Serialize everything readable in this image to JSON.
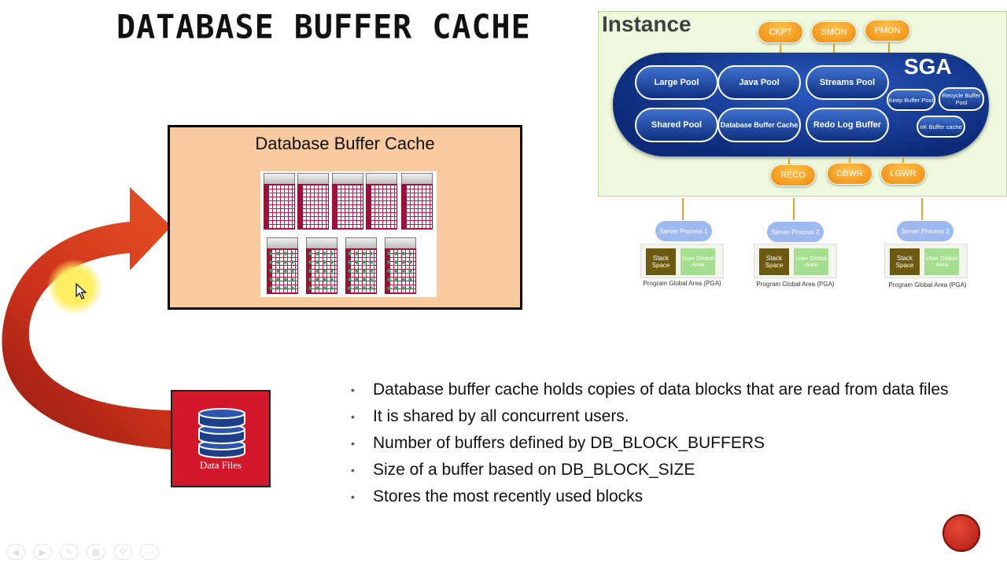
{
  "slide": {
    "title": "DATABASE BUFFER CACHE"
  },
  "cache": {
    "title": "Database Buffer Cache"
  },
  "datafiles": {
    "label": "Data Files"
  },
  "bullets": [
    "Database buffer cache holds copies of data blocks that are read from data files",
    "It is shared by all concurrent users.",
    "Number of buffers defined by DB_BLOCK_BUFFERS",
    "Size of a buffer based on DB_BLOCK_SIZE",
    "Stores the most recently used blocks"
  ],
  "instance": {
    "title": "Instance",
    "sga_title": "SGA",
    "top_processes": [
      "CKPT",
      "SMON",
      "PMON"
    ],
    "bottom_processes": [
      "RECO",
      "DBWR",
      "LGWR"
    ],
    "pools": {
      "large": "Large Pool",
      "java": "Java Pool",
      "streams": "Streams Pool",
      "shared": "Shared Pool",
      "buffer": "Database Buffer Cache",
      "redo": "Redo Log Buffer",
      "keep": "Keep Buffer Pool",
      "recycle": "Recycle Buffer Pool",
      "nk": "nK Buffer cache"
    }
  },
  "servers": [
    {
      "name": "Server Process 1",
      "stack": "Stack Space",
      "uga": "User Global Area",
      "caption": "Program Global Area (PGA)"
    },
    {
      "name": "Server Process 2",
      "stack": "Stack Space",
      "uga": "User Global Area",
      "caption": "Program Global Area (PGA)"
    },
    {
      "name": "Server Process 3",
      "stack": "Stack Space",
      "uga": "User Global Area",
      "caption": "Program Global Area (PGA)"
    }
  ],
  "icons": {
    "arrow": "curved-arrow-icon",
    "database": "database-cylinder-icon",
    "cursor": "mouse-pointer-icon",
    "logo": "brand-logo-icon"
  },
  "colors": {
    "cache_bg": "#f9c9a0",
    "datafiles_bg": "#d3182c",
    "sga_blue": "#0c2a78",
    "process_orange": "#ee8a10",
    "instance_bg": "#eef8dc"
  }
}
